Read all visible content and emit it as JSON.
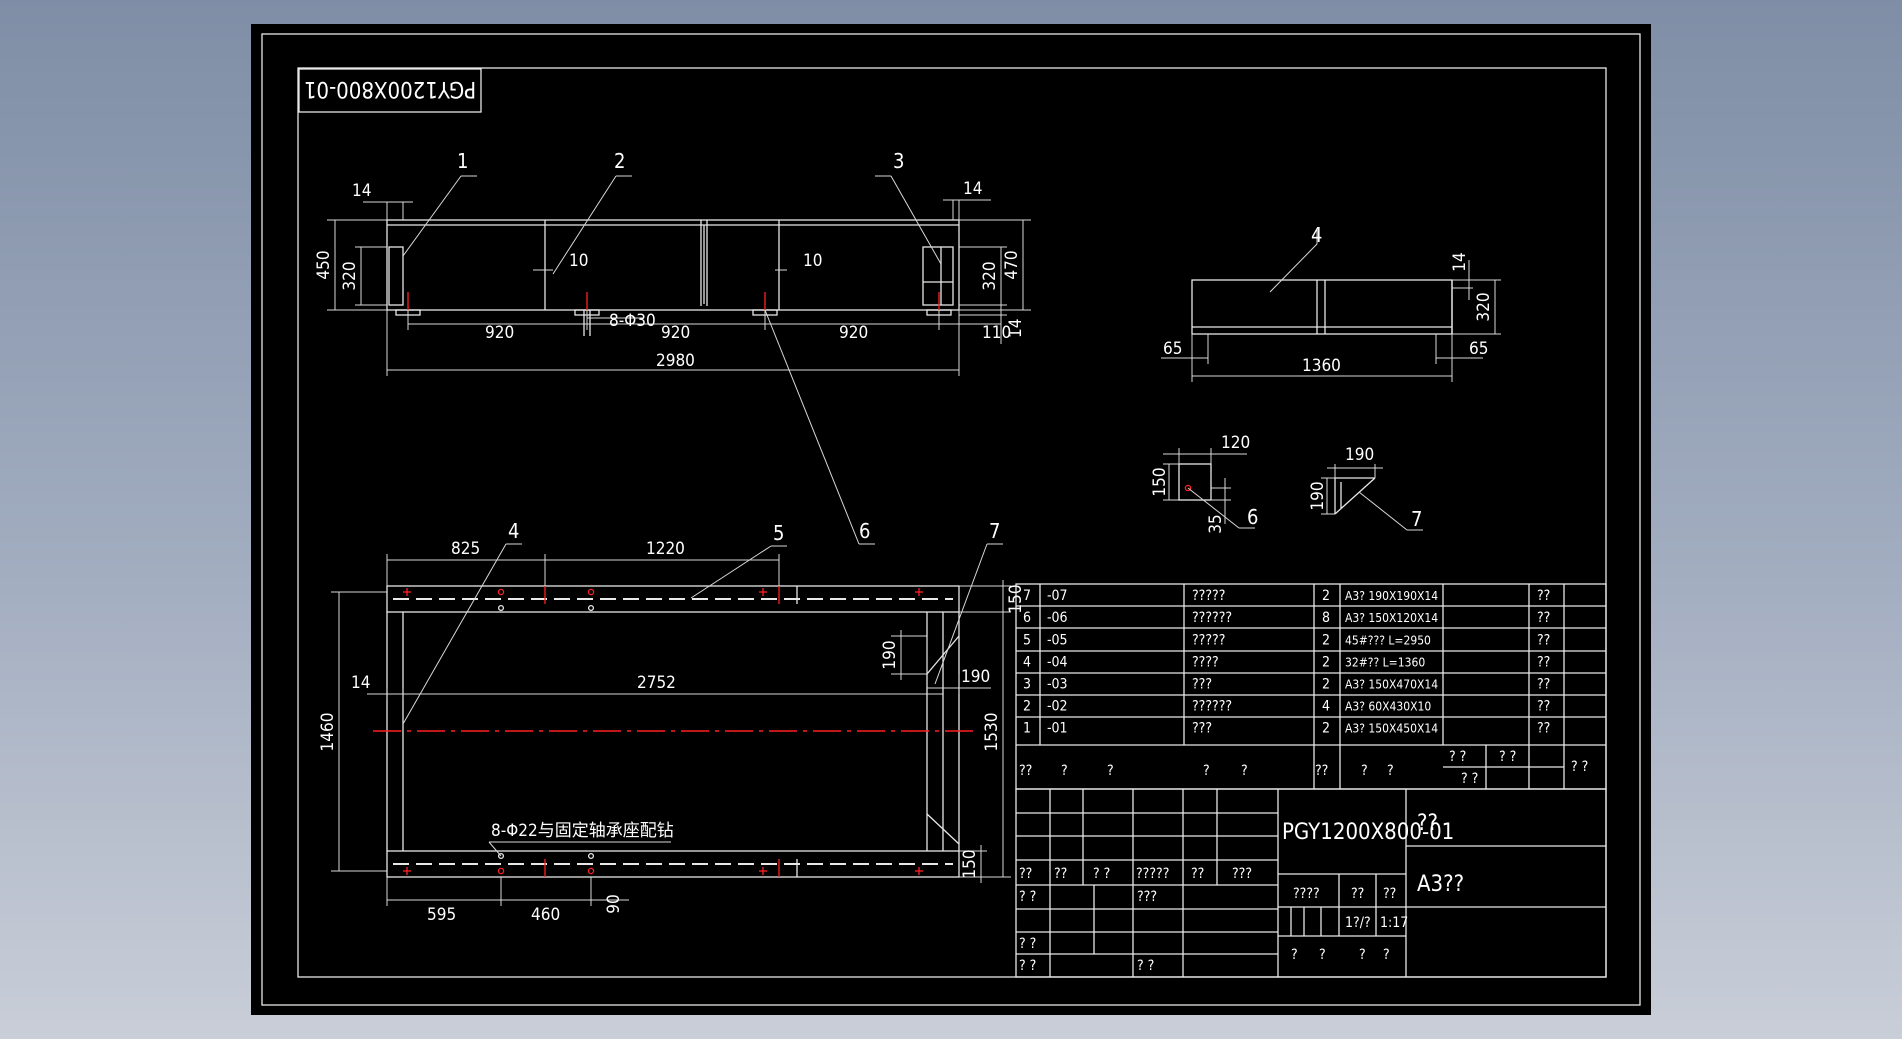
{
  "drawing": {
    "number_reversed": "PGY1200X800-01",
    "colors": {
      "background": "#000000",
      "lines": "#ffffff",
      "center_marks": "#ff2020"
    },
    "front_view": {
      "balloons": [
        "1",
        "2",
        "3"
      ],
      "dims": {
        "flange_left": "14",
        "flange_right": "14",
        "height_450": "450",
        "height_320": "320",
        "height_470": "470",
        "height_320_r": "320",
        "web_10_a": "10",
        "web_10_b": "10",
        "span_1": "920",
        "span_2": "920",
        "span_3": "920",
        "end_110": "110",
        "foot_14": "14",
        "holes": "8-Φ30",
        "overall": "2980"
      }
    },
    "side_view": {
      "balloon": "4",
      "dims": {
        "top_14": "14",
        "height_320": "320",
        "left_65": "65",
        "right_65": "65",
        "length": "1360"
      }
    },
    "detail_6": {
      "balloon": "6",
      "dims": {
        "w": "120",
        "h": "150",
        "hole": "35"
      }
    },
    "detail_7": {
      "balloon": "7",
      "dims": {
        "w": "190",
        "h": "190"
      }
    },
    "balloon_6_main": "6",
    "plan_view": {
      "balloons": [
        "4",
        "5",
        "7"
      ],
      "dims": {
        "top_825": "825",
        "top_1220": "1220",
        "flange_150_top": "150",
        "gusset_190_v": "190",
        "gusset_190_h": "190",
        "inner_14": "14",
        "inner_2752": "2752",
        "height_1460": "1460",
        "height_1530": "1530",
        "flange_150_bot": "150",
        "bot_595": "595",
        "bot_460": "460",
        "bot_90": "90"
      },
      "note": "8-Φ22与固定轴承座配钻"
    }
  },
  "parts_list": {
    "rows": [
      {
        "no": "7",
        "code": "-07",
        "name": "?????",
        "qty": "2",
        "material": "A3? 190X190X14",
        "note": "??"
      },
      {
        "no": "6",
        "code": "-06",
        "name": "??????",
        "qty": "8",
        "material": "A3? 150X120X14",
        "note": "??"
      },
      {
        "no": "5",
        "code": "-05",
        "name": "?????",
        "qty": "2",
        "material": "45#??? L=2950",
        "note": "??"
      },
      {
        "no": "4",
        "code": "-04",
        "name": "????",
        "qty": "2",
        "material": "32#?? L=1360",
        "note": "??"
      },
      {
        "no": "3",
        "code": "-03",
        "name": "???",
        "qty": "2",
        "material": "A3? 150X470X14",
        "note": "??"
      },
      {
        "no": "2",
        "code": "-02",
        "name": "??????",
        "qty": "4",
        "material": "A3? 60X430X10",
        "note": "??"
      },
      {
        "no": "1",
        "code": "-01",
        "name": "???",
        "qty": "2",
        "material": "A3? 150X450X14",
        "note": "??"
      }
    ],
    "header": {
      "c1": "??",
      "c2": "?",
      "c3": "?",
      "c4": "?",
      "c5": "?",
      "c6": "??",
      "c7": "?",
      "c8": "?",
      "c9": "? ?",
      "c10": "? ?",
      "c11": "? ?",
      "c12": "? ?"
    }
  },
  "title_block": {
    "drawing_no": "PGY1200X800-01",
    "name": "??",
    "paper": "A3??",
    "sign_row": {
      "a": "??",
      "b": "??",
      "c": "? ?",
      "d": "?????",
      "e": "??",
      "f": "???"
    },
    "left_rows": {
      "r1": "? ?",
      "r1b": "???",
      "r2": "? ?",
      "r3": "? ?",
      "r3b": "? ?"
    },
    "stage": "????",
    "weight": "??",
    "scale_h": "??",
    "sheet": "1?/?",
    "scale": "1:17",
    "bottom": {
      "a": "?",
      "b": "?",
      "c": "?",
      "d": "?"
    }
  }
}
